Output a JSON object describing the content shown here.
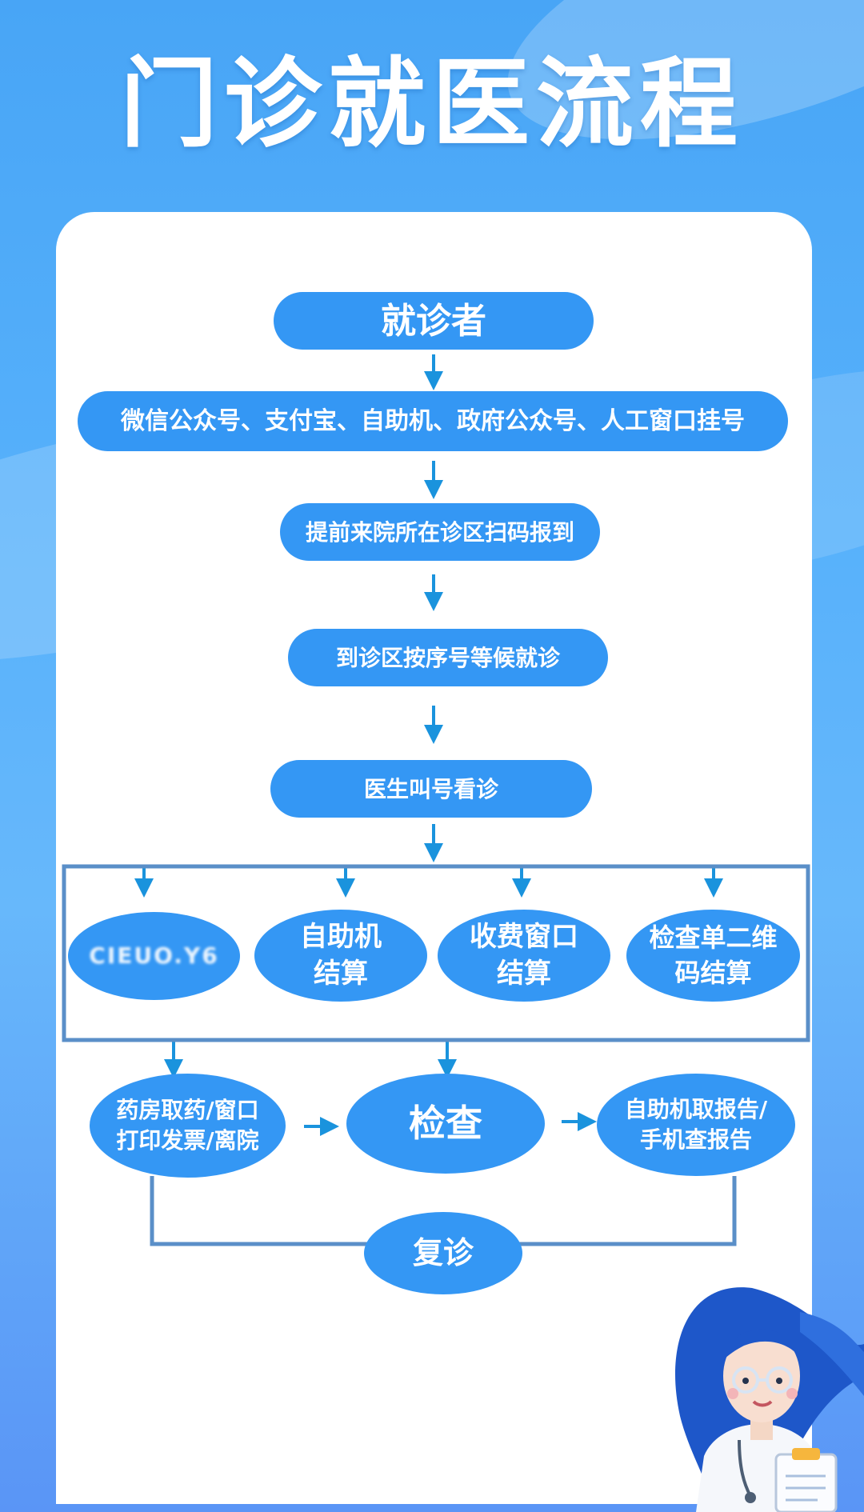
{
  "title": "门诊就医流程",
  "flow": {
    "patient": "就诊者",
    "register": "微信公众号、支付宝、自助机、政府公众号、人工窗口挂号",
    "checkin": "提前来院所在诊区扫码报到",
    "wait": "到诊区按序号等候就诊",
    "doctor_call": "医生叫号看诊"
  },
  "payment": {
    "blurred": "CIEUO.Y6",
    "self_service_line1": "自助机",
    "self_service_line2": "结算",
    "cashier_line1": "收费窗口",
    "cashier_line2": "结算",
    "qr_line1": "检查单二维",
    "qr_line2": "码结算"
  },
  "after": {
    "pharmacy_line1": "药房取药/窗口",
    "pharmacy_line2": "打印发票/离院",
    "exam": "检查",
    "report_line1": "自助机取报告/",
    "report_line2": "手机查报告",
    "revisit": "复诊"
  },
  "colors": {
    "primary": "#3497f4",
    "background": "#57b1fb",
    "line": "#5a8fc8",
    "arrow": "#1a93dd"
  },
  "icons": [
    "arrow-down-icon",
    "arrow-right-icon",
    "doctor-illustration"
  ]
}
